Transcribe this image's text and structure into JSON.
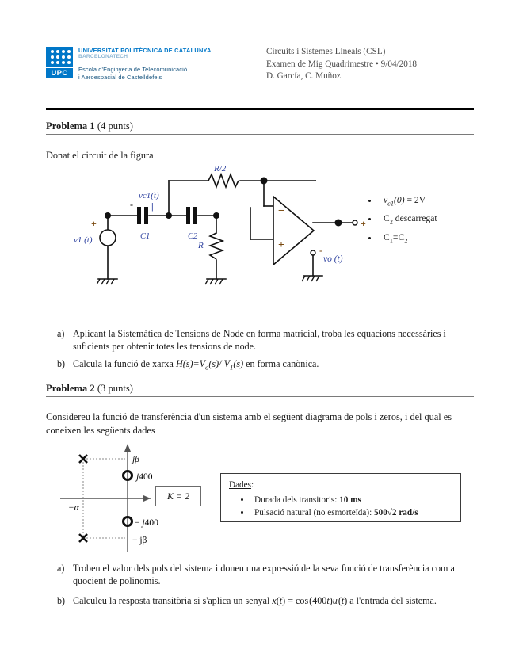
{
  "header": {
    "logo": {
      "acronym": "UPC",
      "line1": "UNIVERSITAT POLITÈCNICA DE CATALUNYA",
      "line2": "BARCELONATECH",
      "line3a": "Escola d'Enginyeria de Telecomunicació",
      "line3b": "i Aeroespacial de Castelldefels"
    },
    "course_line1": "Circuits i Sistemes Lineals (CSL)",
    "course_line2": "Examen de Mig Quadrimestre • 9/04/2018",
    "course_line3": "D. García, C. Muñoz"
  },
  "problem1": {
    "title": "Problema 1",
    "points": "(4 punts)",
    "intro": "Donat el circuit de la figura",
    "conditions": [
      "vc1(0) = 2V",
      "C2 descarregat",
      "C1=C2"
    ],
    "circuit_labels": {
      "resistor_top": "R/2",
      "resistor_shunt": "R",
      "cap1": "C1",
      "cap2": "C2",
      "node_voltage": "vc1(t)",
      "source": "v1 (t)",
      "output": "vo (t)",
      "minus_sign": "-",
      "plus_sign": "+",
      "opamp_inverting": "−",
      "opamp_noninverting": "+",
      "out_term_plus": "+",
      "out_term_minus": "-"
    },
    "items": [
      {
        "marker": "a)",
        "pre": "Aplicant la ",
        "underlined": "Sistemàtica de Tensions de Node en forma matricial",
        "post": ", troba les equacions necessàries i suficients per obtenir totes les tensions de node."
      },
      {
        "marker": "b)",
        "pre": "Calcula la funció de xarxa ",
        "formula": "H(s)=Vo(s)/ V1(s)",
        "post": " en forma canònica."
      }
    ]
  },
  "problem2": {
    "title": "Problema 2",
    "points": "(3 punts)",
    "intro": "Considereu la funció de transferència d'un sistema amb el següent diagrama de pols i zeros, i del qual es coneixen les següents dades",
    "gain_box": "K = 2",
    "dades": {
      "title": "Dades",
      "colon": ":",
      "items": [
        {
          "label": "Durada dels transitoris: ",
          "value": "10 ms"
        },
        {
          "label": "Pulsació natural (no esmorteïda): ",
          "value": "500√2",
          "unit": "rad/s"
        }
      ]
    },
    "items": [
      {
        "marker": "a)",
        "text": "Trobeu el valor dels pols del sistema i doneu una expressió de la seva funció de transferència com a quocient de polinomis."
      },
      {
        "marker": "b)",
        "pre": "Calculeu la resposta transitòria si s'aplica un senyal ",
        "formula": "x(t) = cos(400t)u(t)",
        "post": " a l'entrada del sistema."
      }
    ]
  },
  "chart_data": {
    "type": "scatter",
    "title": "Diagrama de pols i zeros",
    "xlabel": "−α",
    "ylabel": "jβ",
    "axis_labels": {
      "imag_axis": "jβ",
      "real_axis": "−α",
      "neg_imag_axis": "− jβ"
    },
    "zeros": [
      {
        "label": "j400",
        "real": 0,
        "imag": 400,
        "marker": "circle"
      },
      {
        "label": "− j400",
        "real": 0,
        "imag": -400,
        "marker": "circle"
      }
    ],
    "poles": [
      {
        "label": "jβ",
        "real": -1,
        "imag": 1,
        "marker": "cross"
      },
      {
        "label": "− jβ",
        "real": -1,
        "imag": -1,
        "marker": "cross"
      }
    ],
    "gain": "K = 2",
    "grid": false,
    "legend": "none"
  },
  "colors": {
    "brand_blue": "#0077c8",
    "label_blue": "#2b3f9e",
    "accent_orange": "#b5651d",
    "rule_dark": "#000000"
  }
}
